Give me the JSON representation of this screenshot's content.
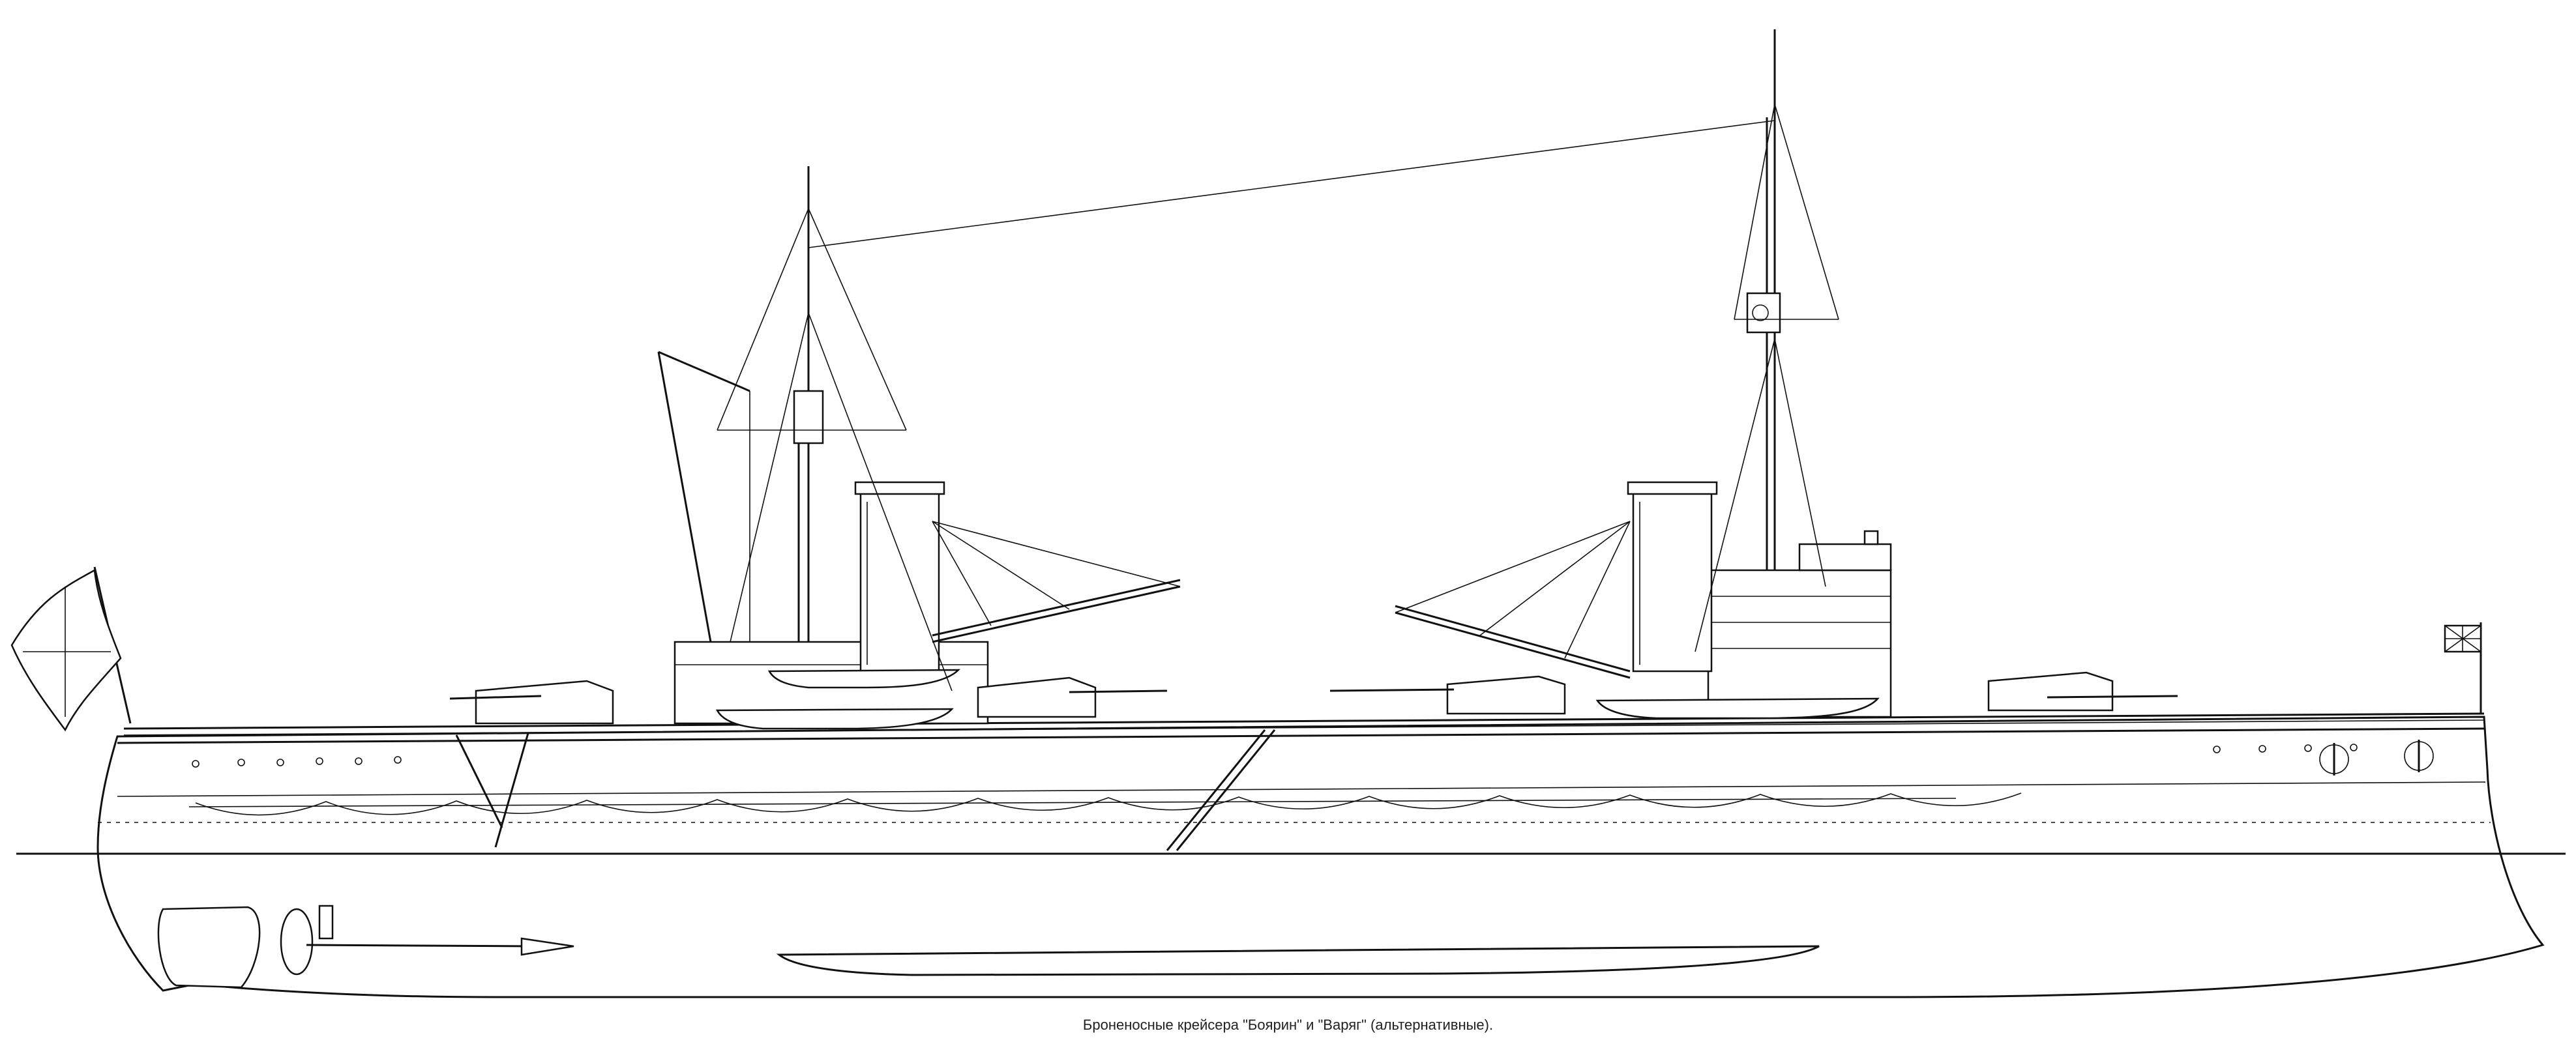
{
  "caption": "Броненосные крейсера \"Боярин\" и \"Варяг\" (альтернативные).",
  "colors": {
    "line": "#111111",
    "paper": "#ffffff"
  },
  "drawing": {
    "subject": "warship side profile",
    "elements": [
      "hull",
      "waterline",
      "masts",
      "funnels",
      "gun turrets",
      "rigging",
      "cranes",
      "boats",
      "anchors",
      "flags",
      "rudder",
      "propeller",
      "bilge keel"
    ]
  }
}
